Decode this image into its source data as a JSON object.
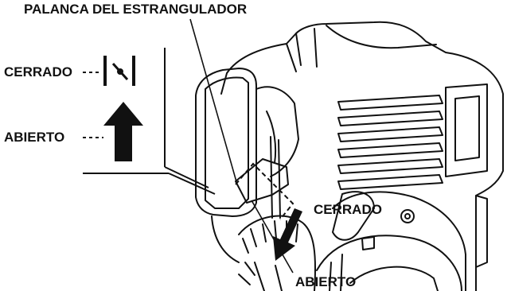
{
  "labels": {
    "choke_lever": "PALANCA DEL ESTRANGULADOR",
    "closed_left": "CERRADO",
    "open_left": "ABIERTO",
    "closed_right": "CERRADO",
    "open_bottom": "ABIERTO"
  },
  "colors": {
    "ink": "#111111",
    "background": "#ffffff"
  }
}
